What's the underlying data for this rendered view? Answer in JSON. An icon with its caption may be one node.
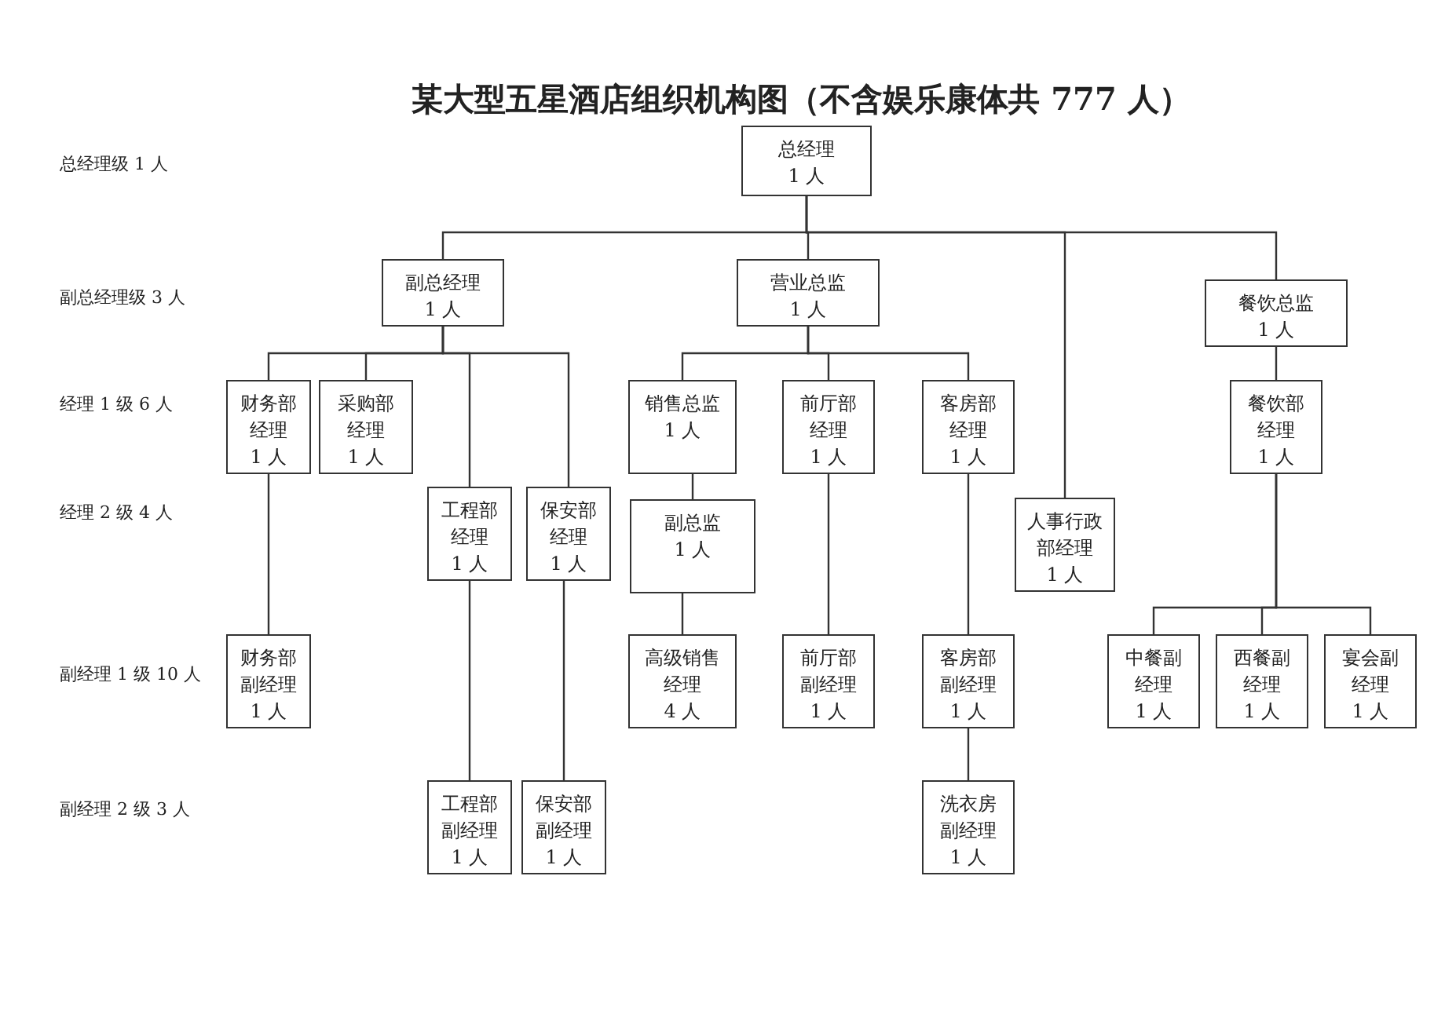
{
  "diagram": {
    "title": "某大型五星酒店组织机构图（不含娱乐康体共 777 人）",
    "nodes": [
      {
        "text": [
          "总经理",
          "1 人"
        ]
      },
      {
        "text": [
          "副总经理",
          "1 人"
        ]
      },
      {
        "text": [
          "营业总监",
          "1 人"
        ]
      },
      {
        "text": [
          "餐饮总监",
          "1 人"
        ]
      },
      {
        "text": [
          "财务部经理",
          "1 人"
        ]
      },
      {
        "text": [
          "采购部经理",
          "1 人"
        ]
      },
      {
        "text": [
          "销售总监",
          "1 人"
        ]
      },
      {
        "text": [
          "前厅部经理",
          "1 人"
        ]
      },
      {
        "text": [
          "客房部经理",
          "1 人"
        ]
      },
      {
        "text": [
          "餐饮部经理",
          "1 人"
        ]
      },
      {
        "text": [
          "工程部经理",
          "1 人"
        ]
      },
      {
        "text": [
          "保安部经理",
          "1 人"
        ]
      },
      {
        "text": [
          "副总监",
          "1 人"
        ]
      },
      {
        "text": [
          "人事行政部经理",
          "1 人"
        ]
      },
      {
        "text": [
          "财务部副经理",
          "1 人"
        ]
      },
      {
        "text": [
          "高级销售经理",
          "4 人"
        ]
      },
      {
        "text": [
          "前厅部副经理",
          "1 人"
        ]
      },
      {
        "text": [
          "客房部副经理",
          "1 人"
        ]
      },
      {
        "text": [
          "中餐副经理",
          "1 人"
        ]
      },
      {
        "text": [
          "西餐副经理",
          "1 人"
        ]
      },
      {
        "text": [
          "宴会副经理",
          "1 人"
        ]
      },
      {
        "text": [
          "工程部副经理",
          "1 人"
        ]
      },
      {
        "text": [
          "保安部副经理",
          "1 人"
        ]
      },
      {
        "text": [
          "洗衣房副经理",
          "1 人"
        ]
      }
    ],
    "edges": [
      {
        "from": 0,
        "to": 1,
        "arrow": "none"
      },
      {
        "from": 0,
        "to": 2,
        "arrow": "none"
      },
      {
        "from": 0,
        "to": 13,
        "arrow": "none"
      },
      {
        "from": 0,
        "to": 3,
        "arrow": "none"
      },
      {
        "from": 1,
        "to": 4,
        "arrow": "none"
      },
      {
        "from": 1,
        "to": 5,
        "arrow": "none"
      },
      {
        "from": 1,
        "to": 10,
        "arrow": "none"
      },
      {
        "from": 1,
        "to": 11,
        "arrow": "none"
      },
      {
        "from": 2,
        "to": 6,
        "arrow": "none"
      },
      {
        "from": 2,
        "to": 7,
        "arrow": "none"
      },
      {
        "from": 2,
        "to": 8,
        "arrow": "none"
      },
      {
        "from": 3,
        "to": 9,
        "arrow": "none"
      },
      {
        "from": 4,
        "to": 14,
        "arrow": "none"
      },
      {
        "from": 6,
        "to": 12,
        "arrow": "none"
      },
      {
        "from": 12,
        "to": 15,
        "arrow": "none"
      },
      {
        "from": 7,
        "to": 16,
        "arrow": "none"
      },
      {
        "from": 8,
        "to": 17,
        "arrow": "none"
      },
      {
        "from": 17,
        "to": 23,
        "arrow": "none"
      },
      {
        "from": 10,
        "to": 21,
        "arrow": "none"
      },
      {
        "from": 11,
        "to": 22,
        "arrow": "none"
      },
      {
        "from": 9,
        "to": 18,
        "arrow": "none"
      },
      {
        "from": 9,
        "to": 19,
        "arrow": "none"
      },
      {
        "from": 9,
        "to": 20,
        "arrow": "none"
      }
    ],
    "labels": [
      "总经理级 1 人",
      "副总经理级 3 人",
      "经理 1 级 6 人",
      "经理 2 级 4 人",
      "副经理 1 级 10 人",
      "副经理 2 级 3 人"
    ]
  }
}
